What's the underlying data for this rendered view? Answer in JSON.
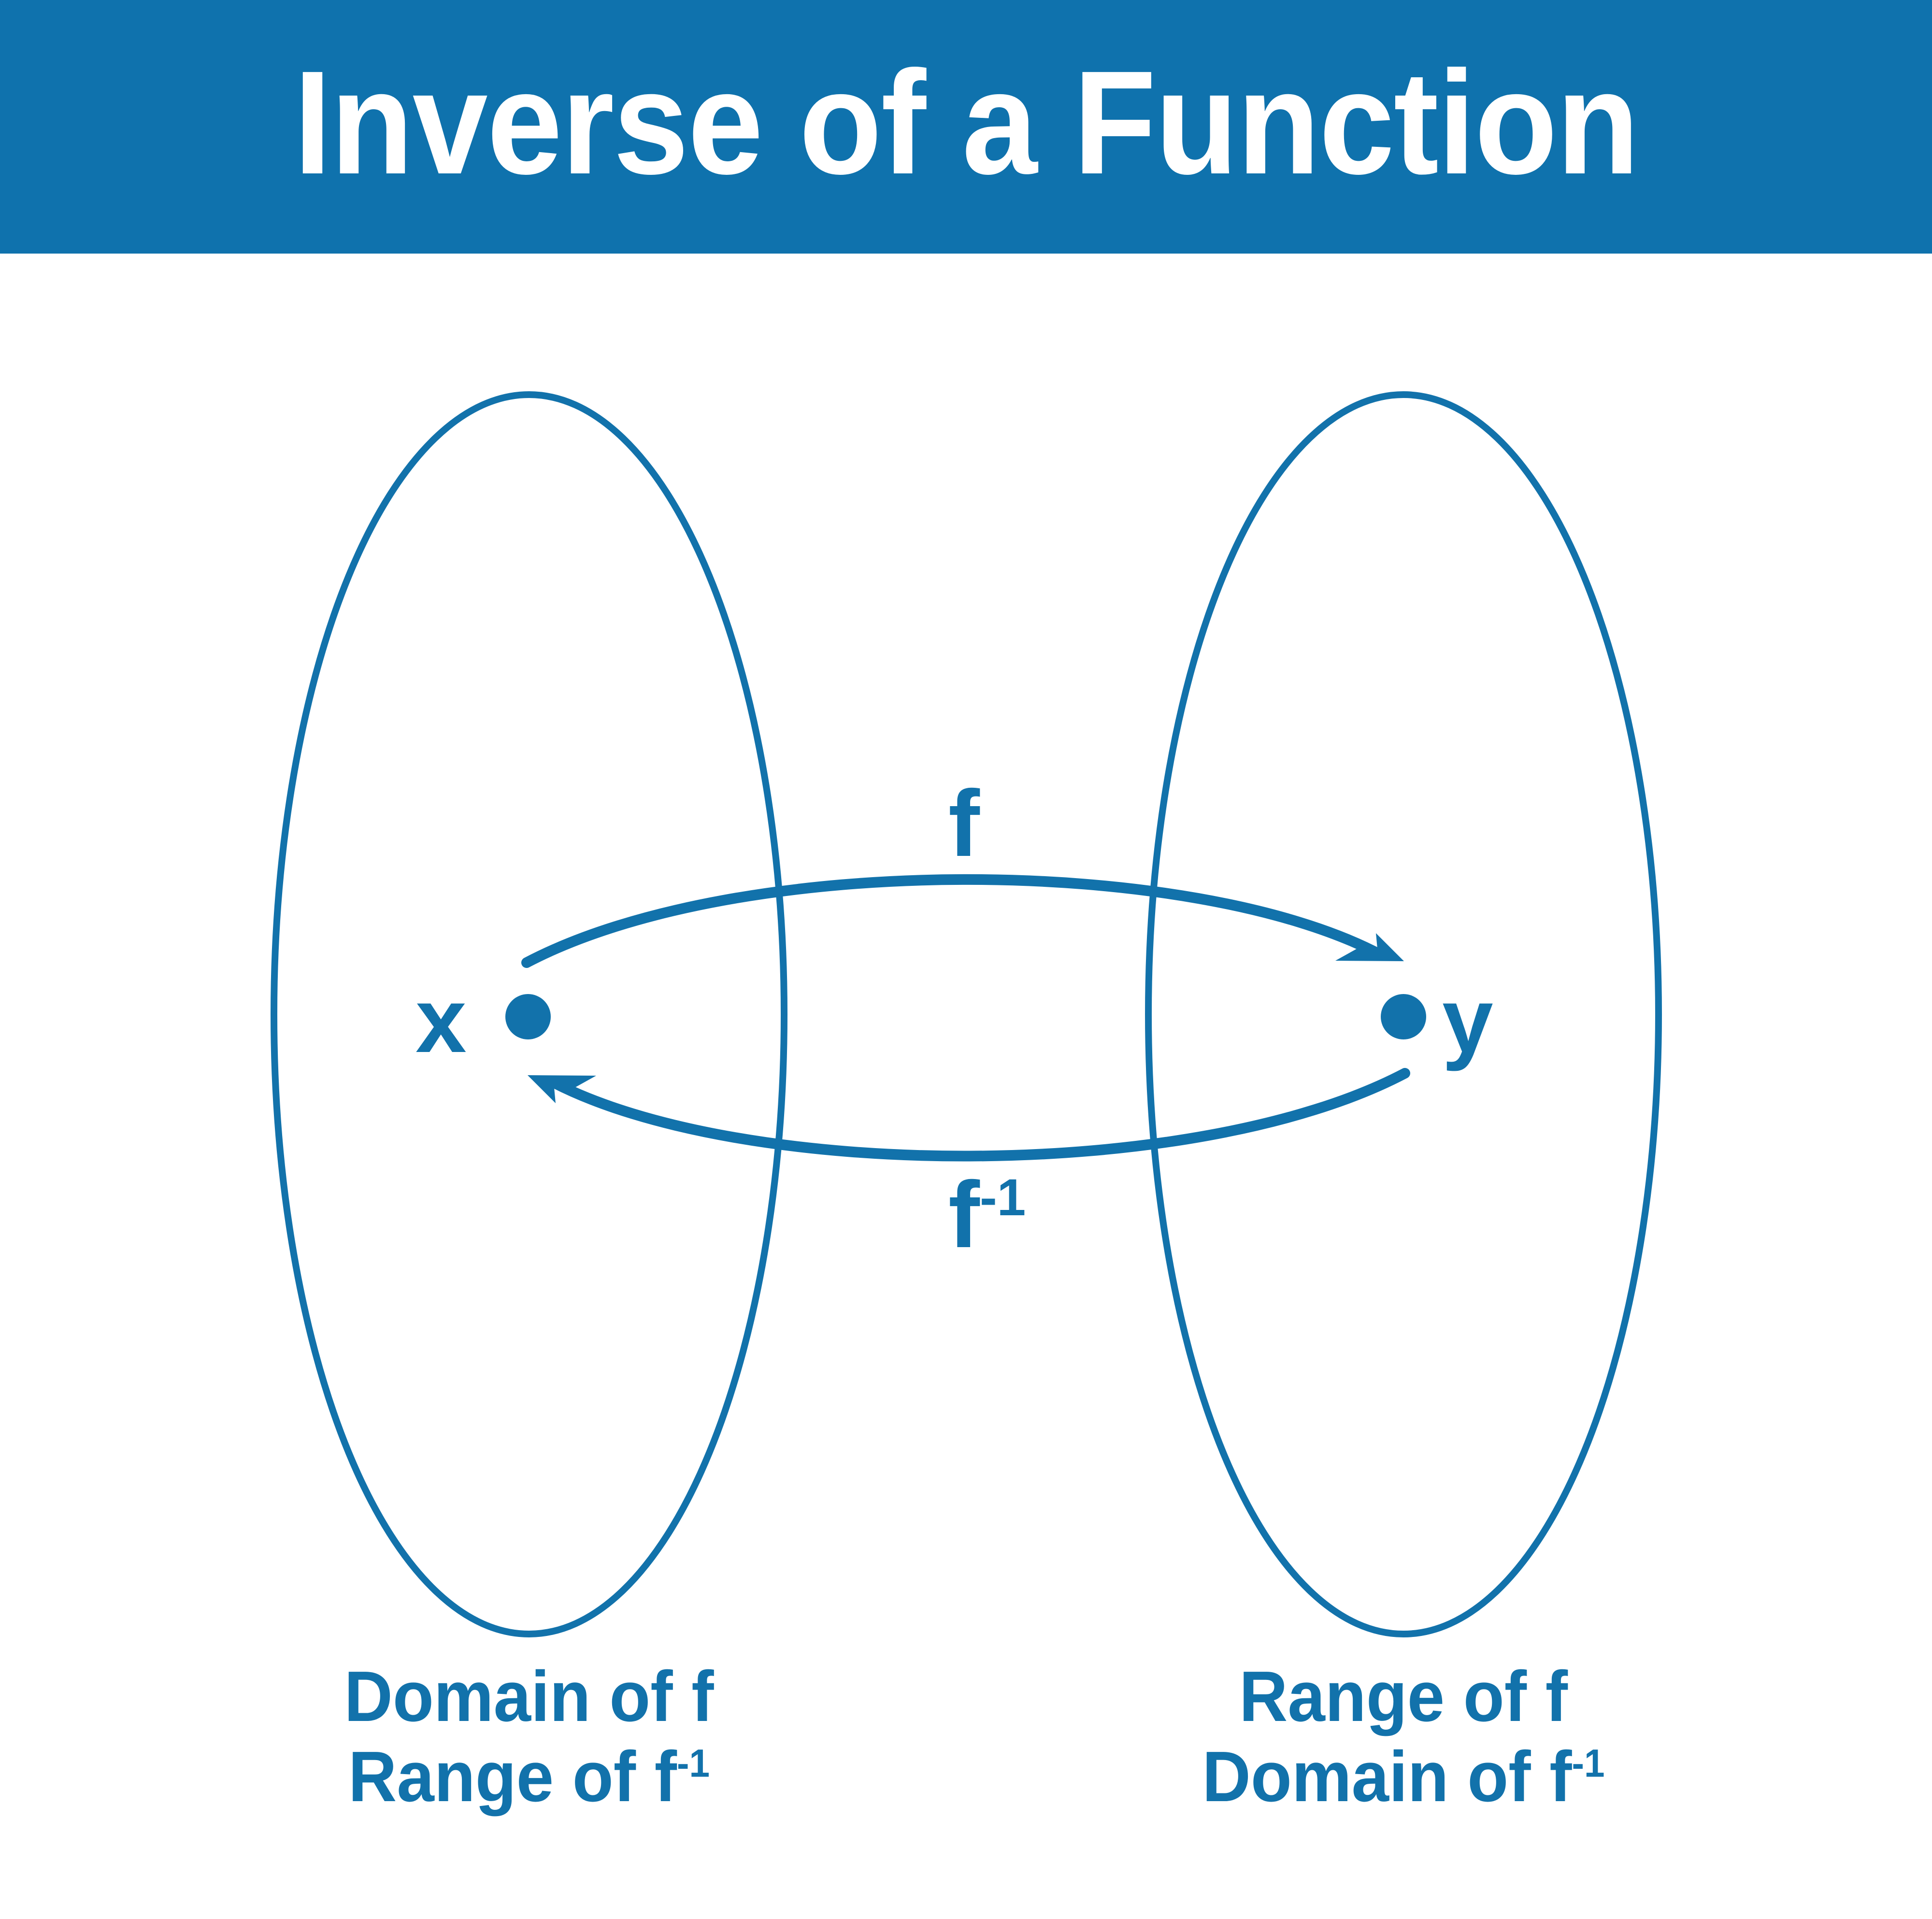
{
  "header": {
    "title": "Inverse of a Function",
    "background_color": "#0F72AD",
    "text_color": "#FFFFFF"
  },
  "theme": {
    "accent_blue": "#1272AB",
    "page_background": "#FFFFFF",
    "stroke_width": 14
  },
  "diagram": {
    "type": "mapping-diagram",
    "left_set": {
      "point_label": "x",
      "caption_line_1": "Domain of f",
      "caption_line_2_prefix": "Range of f",
      "caption_line_2_sup": "-1"
    },
    "right_set": {
      "point_label": "y",
      "caption_line_1": "Range of f",
      "caption_line_2_prefix": "Domain of f",
      "caption_line_2_sup": "-1"
    },
    "forward_arrow": {
      "label": "f",
      "direction": "left-to-right"
    },
    "inverse_arrow": {
      "label_prefix": "f",
      "label_sup": "-1",
      "direction": "right-to-left"
    }
  }
}
